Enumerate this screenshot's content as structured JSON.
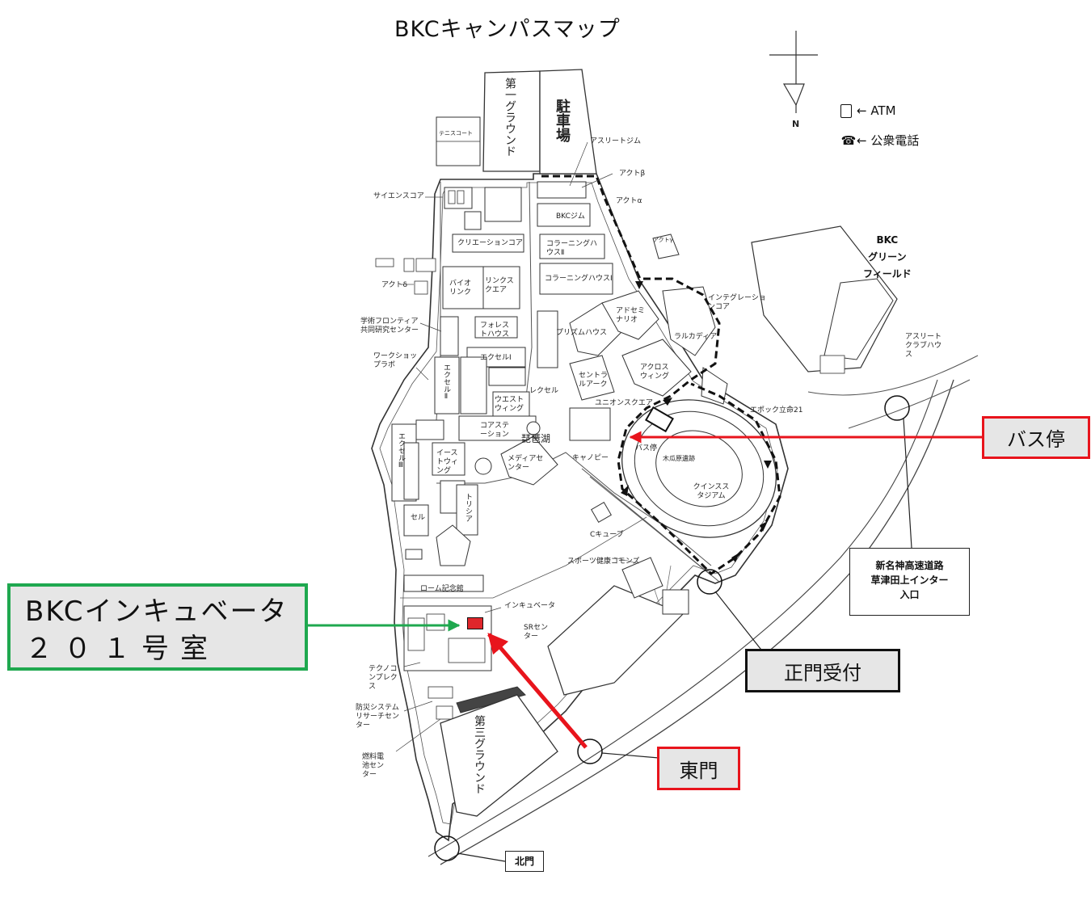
{
  "map": {
    "title": "BKCキャンパスマップ",
    "compass_label": "N",
    "legend": [
      {
        "symbol": "🏧",
        "icon": "atm-icon",
        "text": "← ATM"
      },
      {
        "symbol": "☎",
        "icon": "phone-icon",
        "text": "← 公衆電話"
      }
    ],
    "green_field": "BKC\nグリーン\nフィールド",
    "vertical_labels": {
      "ground1": "第一グラウンド",
      "parking": "駐車場",
      "ground3": "第三グラウンド",
      "excel2": "エクセルⅡ",
      "excel3": "エクセルⅢ",
      "trinity": "トリシア"
    },
    "labels": [
      "テニスコート",
      "アスリートジム",
      "アクトβ",
      "アクトα",
      "サイエンスコア",
      "BKCジム",
      "クリエーションコア",
      "コラーニングハウスⅡ",
      "アクトγ",
      "コラーニングハウスⅠ",
      "アクトδ",
      "バイオリンク",
      "リンクスクエア",
      "インテグレーションコア",
      "アドセミナリオ",
      "学術フロンティア共同研究センター",
      "フォレストハウス",
      "プリズムハウス",
      "ラルカディア",
      "アスリートクラブハウス",
      "ワークショップラボ",
      "エクセルⅠ",
      "セントラルアーク",
      "アクロスウィング",
      "レクセル",
      "ユニオンスクエア",
      "エポック立命21",
      "ウエストウィング",
      "コアステーション",
      "琵琶湖",
      "エクセルⅢ",
      "イーストウィング",
      "メディアセンター",
      "バス停",
      "キャノピー",
      "木瓜原遺跡",
      "クインススタジアム",
      "セル",
      "Cキューブ",
      "スポーツ健康コモンズ",
      "ローム記念館",
      "インキュベータ",
      "SRセンター",
      "テクノコンプレクス",
      "防災システムリサーチセンター",
      "燃料電池センター"
    ],
    "north_gate": "北門",
    "expressway_box": [
      "新名神高速道路",
      "草津田上インター",
      "入口"
    ]
  },
  "callouts": {
    "bus_stop": "バス停",
    "main_gate": "正門受付",
    "east_gate": "東門",
    "incubator_line1": "BKCインキュベータ",
    "incubator_line2": "２０１号室"
  },
  "colors": {
    "red": "#e8141c",
    "green": "#1fa84f",
    "callout_bg": "#e6e6e6"
  }
}
